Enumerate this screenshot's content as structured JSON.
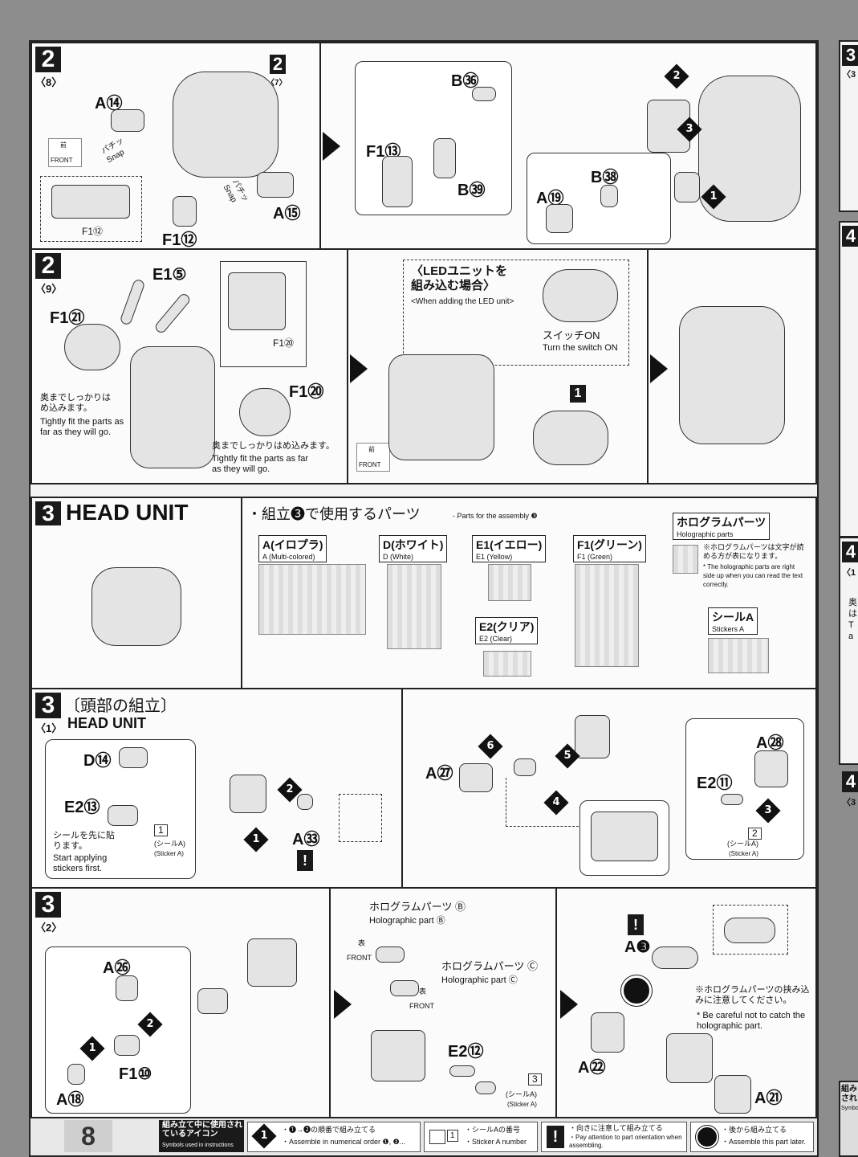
{
  "page_number": "8",
  "side": {
    "badge": "3",
    "sub": "〈3",
    "strip4a": "4",
    "strip4b": "4",
    "strip4b_sub": "〈1",
    "strip4c": "4",
    "strip4c_sub": "〈3",
    "frag1": "奥",
    "frag2": "は",
    "frag3": "T",
    "frag4": "a",
    "bottom1": "組み",
    "bottom2": "され",
    "bottom3": "Symbo"
  },
  "s2_8": {
    "step": "2",
    "sub": "〈8〉",
    "ref_step": "2",
    "ref_sub": "〈7〉",
    "labels": {
      "a14": "A⑭",
      "a15": "A⑮",
      "f1_12": "F1⑫",
      "f1_12_small": "F1⑫",
      "b36": "B㊱",
      "f1_13": "F1⑬",
      "b39": "B㊴",
      "b38": "B㊳",
      "a19": "A⑲"
    },
    "snap1": "パチッ Snap",
    "snap2": "パチッ Snap",
    "front_jp": "前",
    "front_en": "FRONT"
  },
  "s2_9": {
    "step": "2",
    "sub": "〈9〉",
    "labels": {
      "e1_5": "E1⑤",
      "f1_21": "F1㉑",
      "f1_20": "F1⑳",
      "f1_20_small": "F1⑳",
      "unit": "1"
    },
    "note1_jp": "奥までしっかりはめ込みます。",
    "note1_en": "Tightly fit the parts as far as they will go.",
    "note2_jp": "奥までしっかりはめ込みます。",
    "note2_en": "Tightly fit the parts as far as they will go.",
    "led_jp": "〈LEDユニットを組み込む場合〉",
    "led_en": "<When adding the LED unit>",
    "switch_jp": "スイッチON",
    "switch_en": "Turn the switch ON",
    "front_jp": "前",
    "front_en": "FRONT"
  },
  "s3_head": {
    "step": "3",
    "title": "HEAD UNIT",
    "parts_title_jp": "・組立❸で使用するパーツ",
    "parts_title_en": "- Parts for the assembly ❸",
    "runners": [
      {
        "jp": "A(イロプラ)",
        "en": "A (Multi-colored)"
      },
      {
        "jp": "D(ホワイト)",
        "en": "D (White)"
      },
      {
        "jp": "E1(イエロー)",
        "en": "E1 (Yellow)"
      },
      {
        "jp": "F1(グリーン)",
        "en": "F1 (Green)"
      },
      {
        "jp": "E2(クリア)",
        "en": "E2 (Clear)"
      }
    ],
    "holo_jp": "ホログラムパーツ",
    "holo_en": "Holographic parts",
    "holo_note_jp": "※ホログラムパーツは文字が読める方が表になります。",
    "holo_note_en": "* The holographic parts are right side up when you can read the text correctly.",
    "sticker_jp": "シールA",
    "sticker_en": "Stickers A"
  },
  "s3_1": {
    "step": "3",
    "sub": "〈1〉",
    "title_jp": "〔頭部の組立〕",
    "title_en": "HEAD UNIT",
    "labels": {
      "d14": "D⑭",
      "e2_13": "E2⑬",
      "a33": "A㉝",
      "a27": "A㉗",
      "a28": "A㉘",
      "e2_11": "E2⑪"
    },
    "sticker1_num": "1",
    "sticker1_jp": "(シールA)",
    "sticker1_en": "(Sticker A)",
    "sticker2_num": "2",
    "sticker2_jp": "(シールA)",
    "sticker2_en": "(Sticker A)",
    "note_jp": "シールを先に貼ります。",
    "note_en": "Start applying stickers first."
  },
  "s3_2": {
    "step": "3",
    "sub": "〈2〉",
    "labels": {
      "a26": "A㉖",
      "f1_10": "F1⑩",
      "a18": "A⑱",
      "e2_12": "E2⑫",
      "a3": "A❸",
      "a22": "A㉒",
      "a21": "A㉑"
    },
    "holo_b_jp": "ホログラムパーツ Ⓑ",
    "holo_b_en": "Holographic part Ⓑ",
    "holo_c_jp": "ホログラムパーツ Ⓒ",
    "holo_c_en": "Holographic part Ⓒ",
    "front1_jp": "表",
    "front1_en": "FRONT",
    "front2_jp": "表",
    "front2_en": "FRONT",
    "sticker3_num": "3",
    "sticker3_jp": "(シールA)",
    "sticker3_en": "(Sticker A)",
    "caution_jp": "※ホログラムパーツの挟み込みに注意してください。",
    "caution_en": "* Be careful not to catch the holographic part."
  },
  "footer": {
    "title_jp": "組み立て中に使用されているアイコン",
    "title_en": "Symbols used in instructions",
    "i1_jp": "・❶→❷の順番で組み立てる",
    "i1_en": "・Assemble in numerical order ❶, ❷...",
    "i2_num": "1",
    "i2_jp": "・シールAの番号",
    "i2_en": "・Sticker A number",
    "i3_jp": "・向きに注意して組み立てる",
    "i3_en": "・Pay attention to part orientation when assembling.",
    "i4_jp": "・後から組み立てる",
    "i4_en": "・Assemble this part later."
  }
}
